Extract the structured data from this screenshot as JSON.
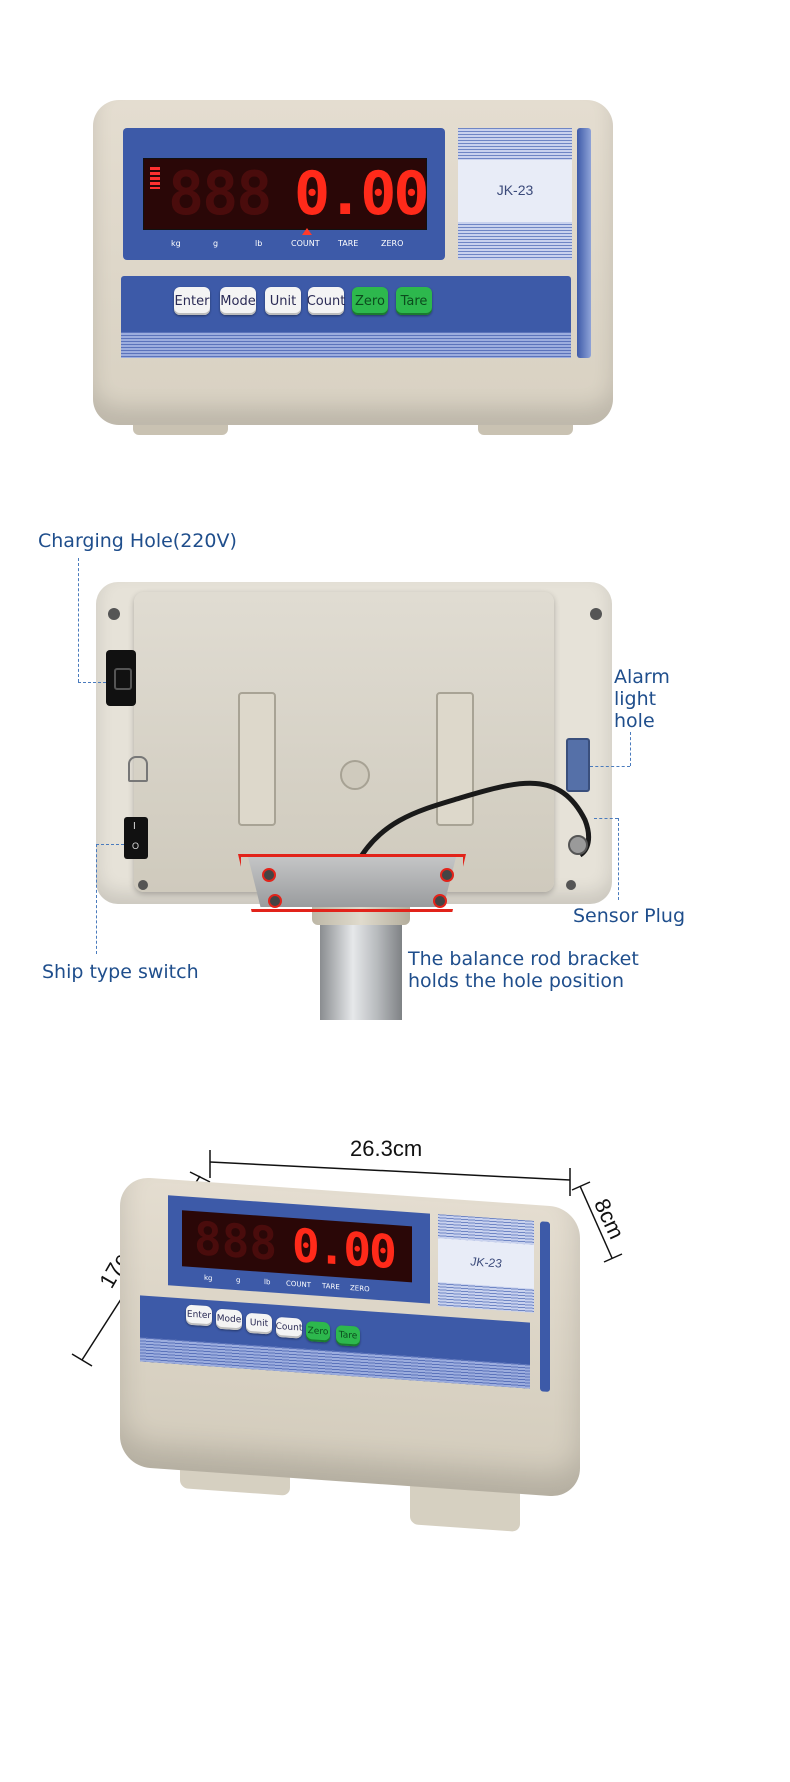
{
  "front_view": {
    "model": "JK-23",
    "display_dim": "888",
    "display_value": "0.00",
    "units": [
      "kg",
      "g",
      "lb",
      "COUNT",
      "TARE",
      "ZERO"
    ],
    "buttons": [
      "Enter",
      "Mode",
      "Unit",
      "Count",
      "Zero",
      "Tare"
    ]
  },
  "back_view": {
    "callouts": {
      "charging": "Charging Hole(220V)",
      "alarm": "Alarm\nlight\nhole",
      "sensor": "Sensor Plug",
      "switch": "Ship type switch",
      "bracket": "The balance rod bracket\nholds the hole position"
    },
    "switch_on": "I",
    "switch_off": "O"
  },
  "dimension_view": {
    "width": "26.3cm",
    "height": "17cm",
    "depth": "8cm",
    "model": "JK-23",
    "display_dim": "888",
    "display_value": "0.00",
    "units": [
      "kg",
      "g",
      "lb",
      "COUNT",
      "TARE",
      "ZERO"
    ],
    "buttons": [
      "Enter",
      "Mode",
      "Unit",
      "Count",
      "Zero",
      "Tare"
    ]
  }
}
